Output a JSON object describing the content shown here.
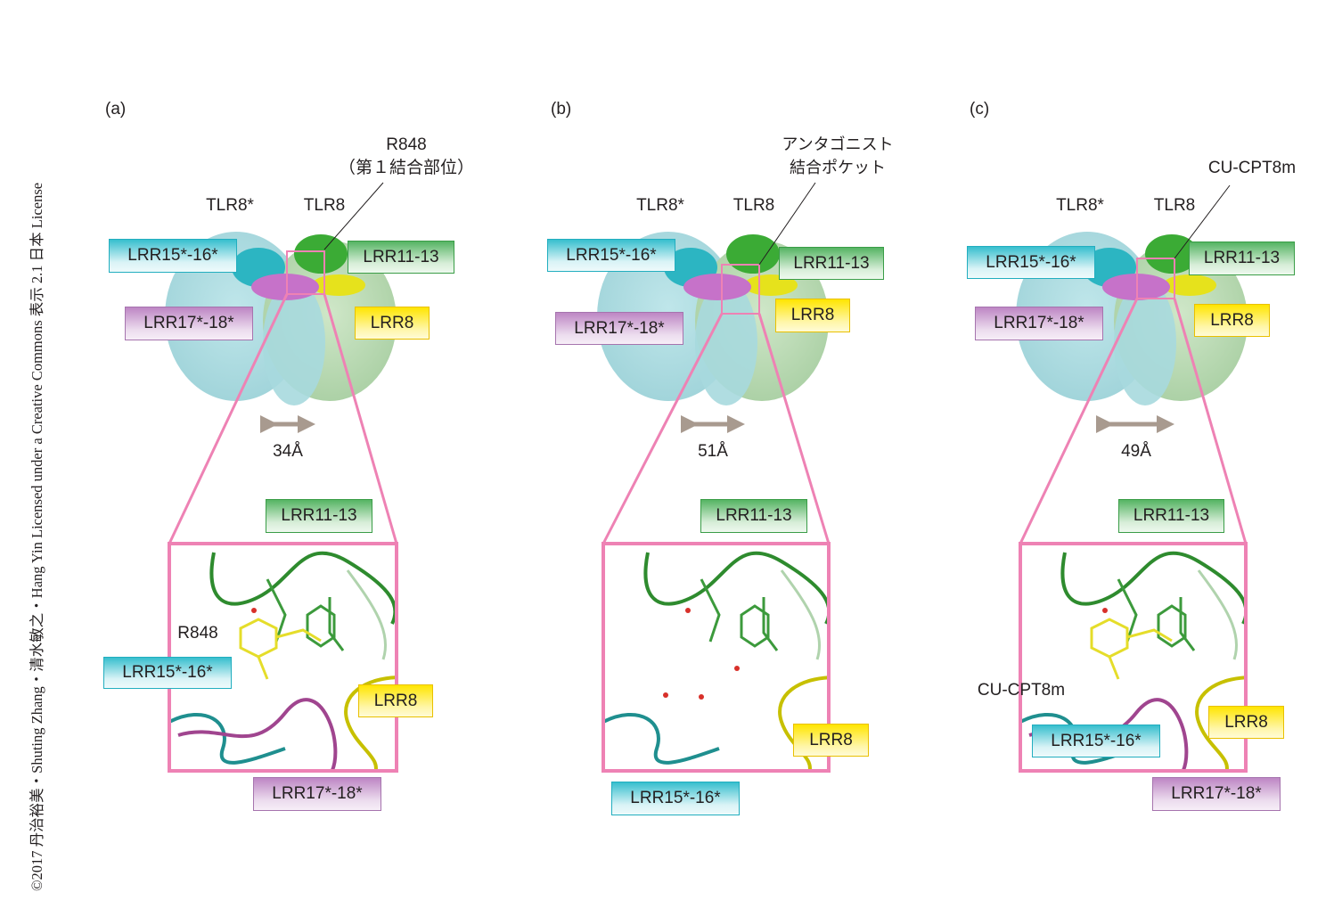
{
  "copyright": "©2017 丹治裕美・Shuting Zhang・清水敏之・Hang Yin Licensed under a Creative Commons 表示 2.1 日本 License",
  "panels": [
    {
      "id": "(a)",
      "tlr8_star": "TLR8*",
      "tlr8": "TLR8",
      "annotation_line1": "R848",
      "annotation_line2": "（第１結合部位）",
      "labels": {
        "lrr15_16": "LRR15*-16*",
        "lrr11_13": "LRR11-13",
        "lrr17_18": "LRR17*-18*",
        "lrr8": "LRR8"
      },
      "distance": "34Å",
      "inset_labels": {
        "lrr11_13": "LRR11-13",
        "ligand": "R848",
        "lrr15_16": "LRR15*-16*",
        "lrr8": "LRR8",
        "lrr17_18": "LRR17*-18*"
      }
    },
    {
      "id": "(b)",
      "tlr8_star": "TLR8*",
      "tlr8": "TLR8",
      "annotation_line1": "アンタゴニスト",
      "annotation_line2": "結合ポケット",
      "labels": {
        "lrr15_16": "LRR15*-16*",
        "lrr11_13": "LRR11-13",
        "lrr17_18": "LRR17*-18*",
        "lrr8": "LRR8"
      },
      "distance": "51Å",
      "inset_labels": {
        "lrr11_13": "LRR11-13",
        "lrr8": "LRR8",
        "lrr15_16": "LRR15*-16*"
      }
    },
    {
      "id": "(c)",
      "tlr8_star": "TLR8*",
      "tlr8": "TLR8",
      "annotation_line1": "CU-CPT8m",
      "labels": {
        "lrr15_16": "LRR15*-16*",
        "lrr11_13": "LRR11-13",
        "lrr17_18": "LRR17*-18*",
        "lrr8": "LRR8"
      },
      "distance": "49Å",
      "inset_labels": {
        "lrr11_13": "LRR11-13",
        "ligand": "CU-CPT8m",
        "lrr15_16": "LRR15*-16*",
        "lrr8": "LRR8",
        "lrr17_18": "LRR17*-18*"
      }
    }
  ],
  "colors": {
    "zoom_frame": "#ee82b4",
    "cyan": "#37bfce",
    "green": "#3a9d47",
    "purple": "#bd86c4",
    "yellow": "#ffe500",
    "arrow": "#a89a8f"
  }
}
